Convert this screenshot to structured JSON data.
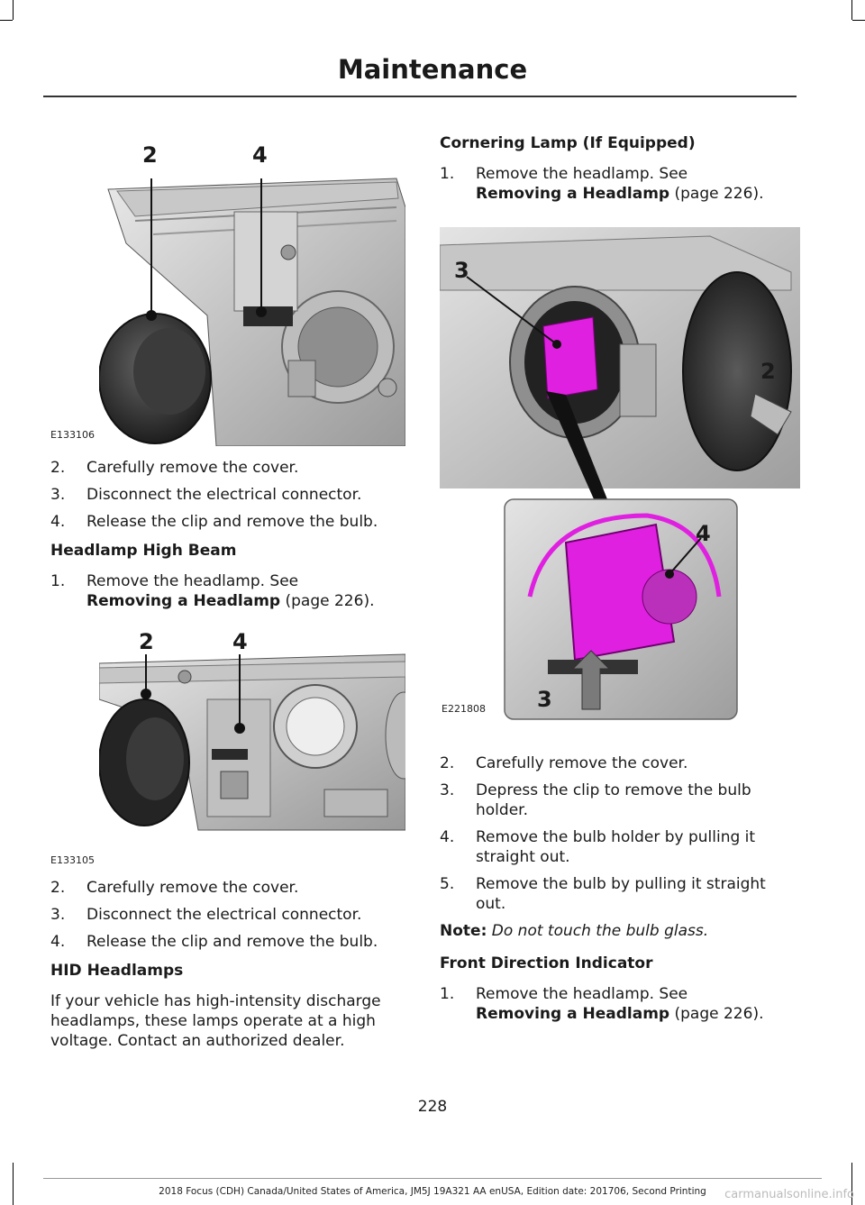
{
  "header": {
    "title": "Maintenance"
  },
  "left": {
    "fig1": {
      "code": "E133106",
      "callouts": [
        "2",
        "4"
      ]
    },
    "steps_a": [
      {
        "num": "2.",
        "text": "Carefully remove the cover."
      },
      {
        "num": "3.",
        "text": "Disconnect the electrical connector."
      },
      {
        "num": "4.",
        "text": "Release the clip and remove the bulb."
      }
    ],
    "high_beam": {
      "heading": "Headlamp High Beam",
      "step1": {
        "num": "1.",
        "text": "Remove the headlamp.  See",
        "link": "Removing a Headlamp",
        "page": " (page 226)."
      }
    },
    "fig2": {
      "code": "E133105",
      "callouts": [
        "2",
        "4"
      ]
    },
    "steps_b": [
      {
        "num": "2.",
        "text": "Carefully remove the cover."
      },
      {
        "num": "3.",
        "text": "Disconnect the electrical connector."
      },
      {
        "num": "4.",
        "text": "Release the clip and remove the bulb."
      }
    ],
    "hid": {
      "heading": "HID Headlamps",
      "body": "If your vehicle has high-intensity discharge headlamps, these lamps operate at a high voltage.  Contact an authorized dealer."
    }
  },
  "right": {
    "cornering": {
      "heading": "Cornering Lamp (If Equipped)",
      "step1": {
        "num": "1.",
        "text": "Remove the headlamp.  See",
        "link": "Removing a Headlamp",
        "page": " (page 226)."
      }
    },
    "fig3": {
      "code": "E221808",
      "callouts": [
        "3",
        "2",
        "4",
        "3"
      ]
    },
    "steps": [
      {
        "num": "2.",
        "text": "Carefully remove the cover."
      },
      {
        "num": "3.",
        "text": "Depress the clip to remove the bulb holder."
      },
      {
        "num": "4.",
        "text": "Remove the bulb holder by pulling it straight out."
      },
      {
        "num": "5.",
        "text": "Remove the bulb by pulling it straight out."
      }
    ],
    "note": {
      "label": "Note:",
      "text": "Do not touch the bulb glass."
    },
    "front_indicator": {
      "heading": "Front Direction Indicator",
      "step1": {
        "num": "1.",
        "text": "Remove the headlamp.  See",
        "link": "Removing a Headlamp",
        "page": " (page 226)."
      }
    }
  },
  "page_number": "228",
  "footer": "2018 Focus (CDH) Canada/United States of America, JM5J 19A321 AA enUSA, Edition date: 201706, Second Printing",
  "watermark": "carmanualsonline.info",
  "colors": {
    "highlight": "#e020e0",
    "text": "#1a1a1a"
  }
}
